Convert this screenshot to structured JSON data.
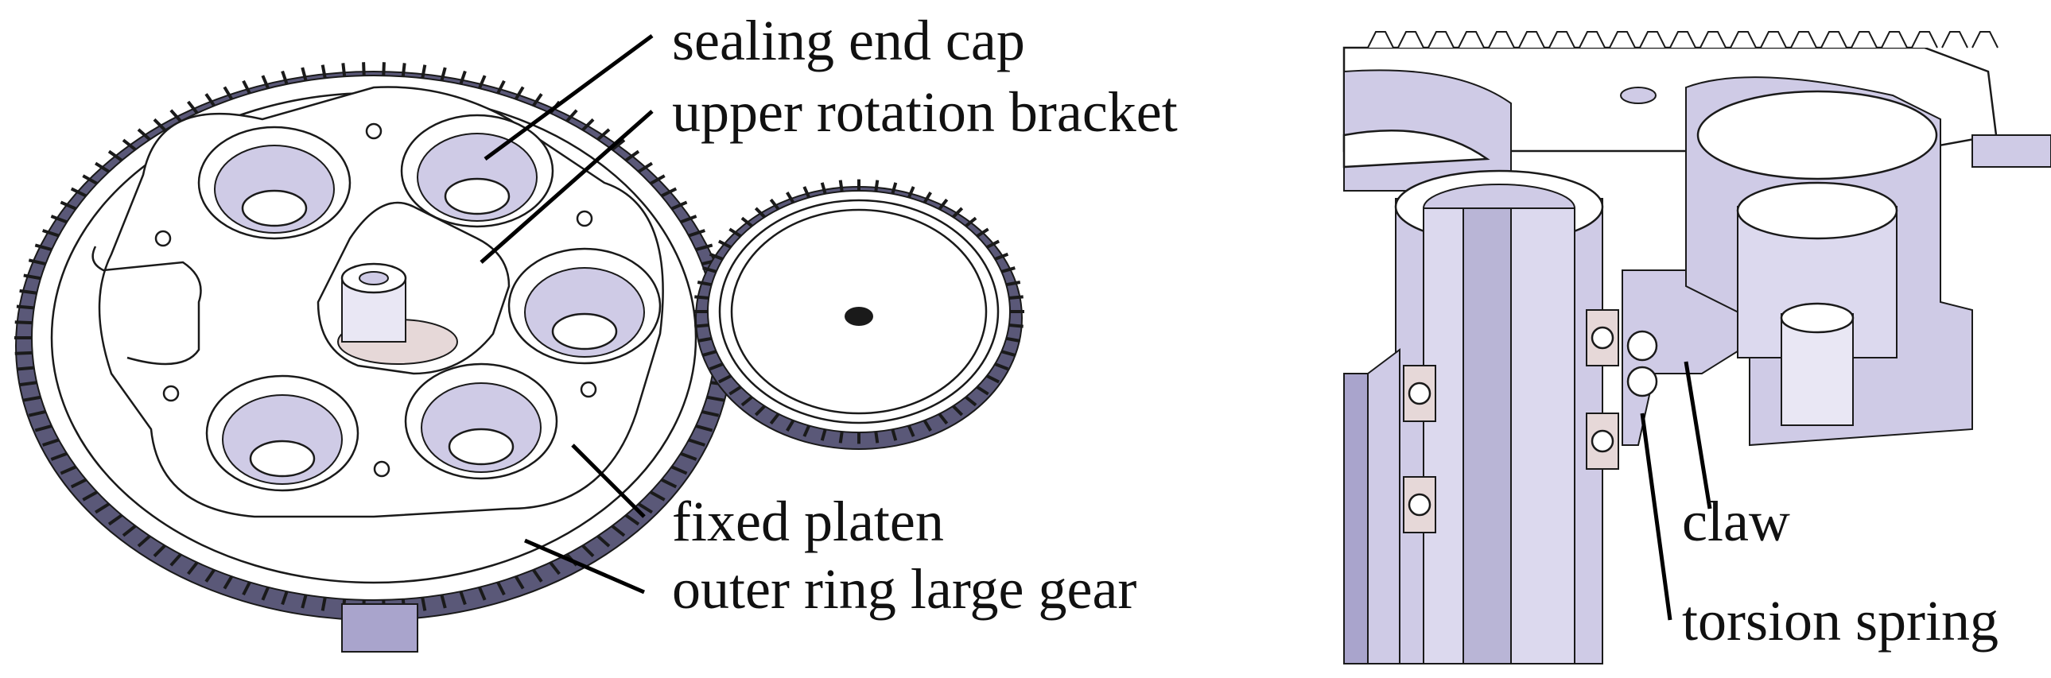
{
  "labels": {
    "sealing_end_cap": "sealing end cap",
    "upper_rotation_bracket": "upper rotation bracket",
    "fixed_platen": "fixed platen",
    "outer_ring_large_gear": "outer ring large gear",
    "claw": "claw",
    "torsion_spring": "torsion spring"
  },
  "colors": {
    "metal_shade": "#cfcbe6",
    "metal_dark": "#a9a4cc",
    "bearing": "#e6d8d8",
    "gear_teeth": "#5a5878"
  }
}
